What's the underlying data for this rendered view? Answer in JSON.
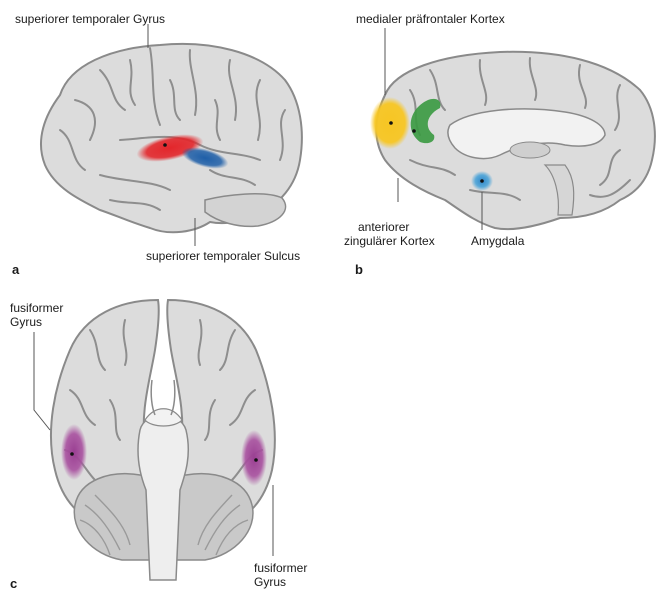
{
  "panels": {
    "a": {
      "letter": "a",
      "label_top": "superiorer temporaler Gyrus",
      "label_bottom": "superiorer temporaler Sulcus"
    },
    "b": {
      "letter": "b",
      "label_top": "medialer präfrontaler Kortex",
      "label_acc_line1": "anteriorer",
      "label_acc_line2": "zingulärer Kortex",
      "label_amygdala": "Amygdala"
    },
    "c": {
      "letter": "c",
      "label_left_line1": "fusiformer",
      "label_left_line2": "Gyrus",
      "label_right_line1": "fusiformer",
      "label_right_line2": "Gyrus"
    }
  },
  "colors": {
    "brain_fill": "#dcdcdc",
    "brain_stroke": "#8a8a8a",
    "sulcus": "#8e8e8e",
    "stg_red": "#e3262b",
    "sts_blue": "#1f5fa8",
    "mpfc_yellow": "#f7c623",
    "acc_green": "#3c9a43",
    "amygdala_blue": "#4aa3d8",
    "fusiform_purple": "#a8509f",
    "leader_line": "#555555"
  }
}
